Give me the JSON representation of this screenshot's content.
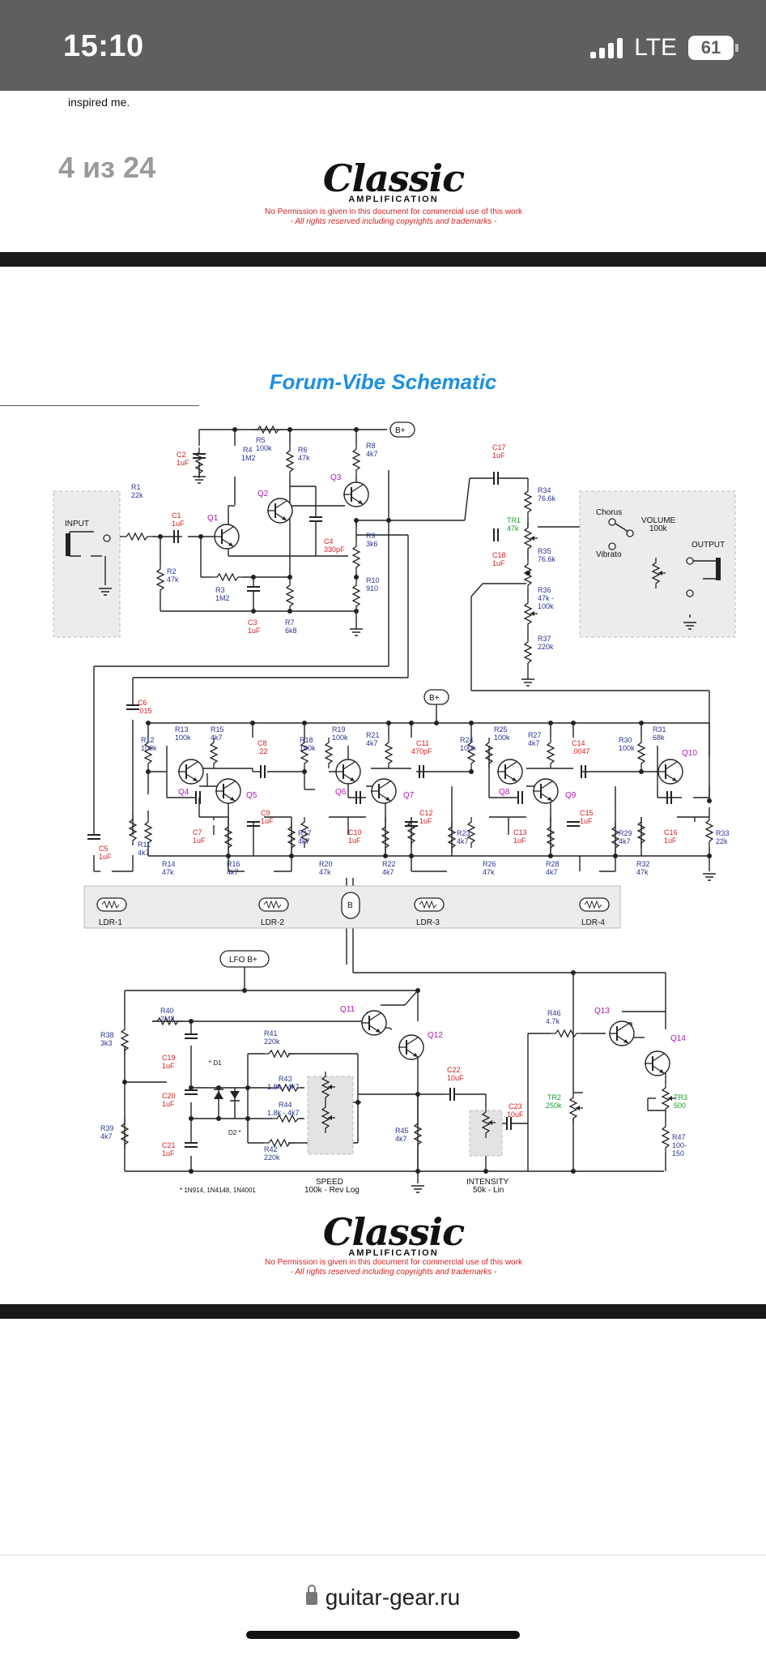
{
  "status": {
    "time": "15:10",
    "network": "LTE",
    "battery": "61"
  },
  "page": {
    "top_text": "inspired me.",
    "page_counter": "4 из 24"
  },
  "logo": {
    "script": "Classic",
    "sub": "AMPLIFICATION"
  },
  "notice": {
    "line1": "No Permission is given in this document for commercial use of this work",
    "line2": "- All rights reserved including copyrights and trademarks -"
  },
  "schematic": {
    "title": "Forum-Vibe  Schematic",
    "labels": {
      "input": "INPUT",
      "output": "OUTPUT",
      "bplus": "B+",
      "lfo_bplus": "LFO B+",
      "b": "B",
      "chorus": "Chorus",
      "vibrato": "Vibrato",
      "volume": "VOLUME",
      "volume_val": "100k",
      "speed": "SPEED",
      "speed_val": "100k - Rev Log",
      "intensity": "INTENSITY",
      "intensity_val": "50k - Lin",
      "diode_note": "* 1N914, 1N4148, 1N4001",
      "d1": "* D1",
      "d2": "D2 *"
    },
    "ldr": [
      "LDR-1",
      "LDR-2",
      "LDR-3",
      "LDR-4"
    ]
  },
  "url_bar": {
    "url": "guitar-gear.ru"
  },
  "colors": {
    "title": "#1f8fe0",
    "notice": "#d81f1f",
    "resistor_label": "#2a3590",
    "cap_label": "#d42020",
    "transistor_label": "#b01ab0",
    "trim_label": "#1a9a2a"
  }
}
